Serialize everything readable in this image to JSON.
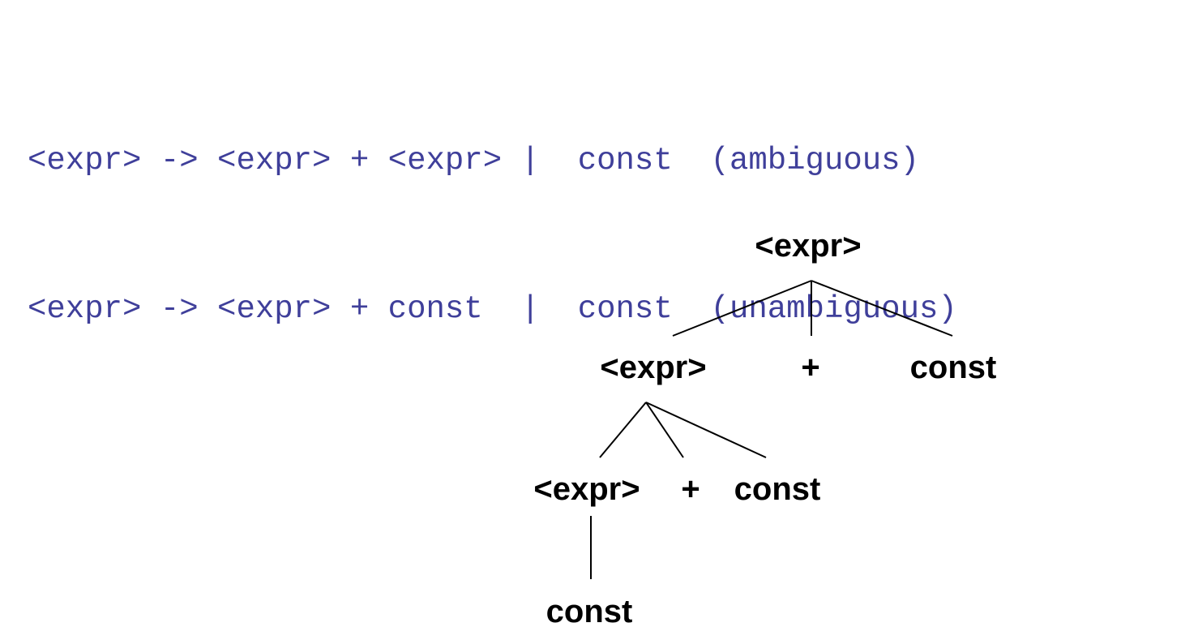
{
  "grammar": {
    "rules": [
      "<expr> -> <expr> + <expr> |  const  (ambiguous)",
      "<expr> -> <expr> + const  |  const  (unambiguous)"
    ]
  },
  "tree": {
    "nodes": {
      "root": "<expr>",
      "level1_expr": "<expr>",
      "level1_plus": "+",
      "level1_const": "const",
      "level2_expr": "<expr>",
      "level2_plus": "+",
      "level2_const": "const",
      "level3_const": "const"
    }
  },
  "colors": {
    "grammar_text": "#3f3f9a",
    "tree_text": "#000000"
  }
}
